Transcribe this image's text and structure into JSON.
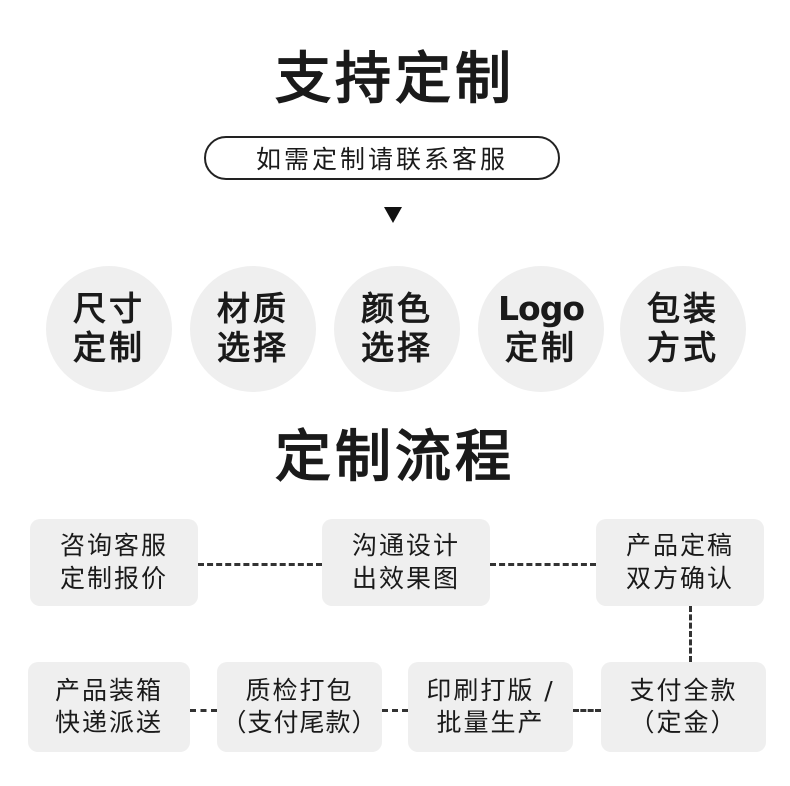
{
  "header": {
    "title": "支持定制",
    "subtitle": "如需定制请联系客服"
  },
  "options": [
    {
      "line1": "尺寸",
      "line2": "定制"
    },
    {
      "line1": "材质",
      "line2": "选择"
    },
    {
      "line1": "颜色",
      "line2": "选择"
    },
    {
      "line1": "Logo",
      "line2": "定制"
    },
    {
      "line1": "包装",
      "line2": "方式"
    }
  ],
  "process": {
    "title": "定制流程",
    "steps": [
      {
        "line1": "咨询客服",
        "line2": "定制报价"
      },
      {
        "line1": "沟通设计",
        "line2": "出效果图"
      },
      {
        "line1": "产品定稿",
        "line2": "双方确认"
      },
      {
        "line1": "支付全款",
        "line2": "（定金）"
      },
      {
        "line1": "印刷打版 /",
        "line2": "批量生产"
      },
      {
        "line1": "质检打包",
        "line2": "（支付尾款）"
      },
      {
        "line1": "产品装箱",
        "line2": "快递派送"
      }
    ]
  }
}
